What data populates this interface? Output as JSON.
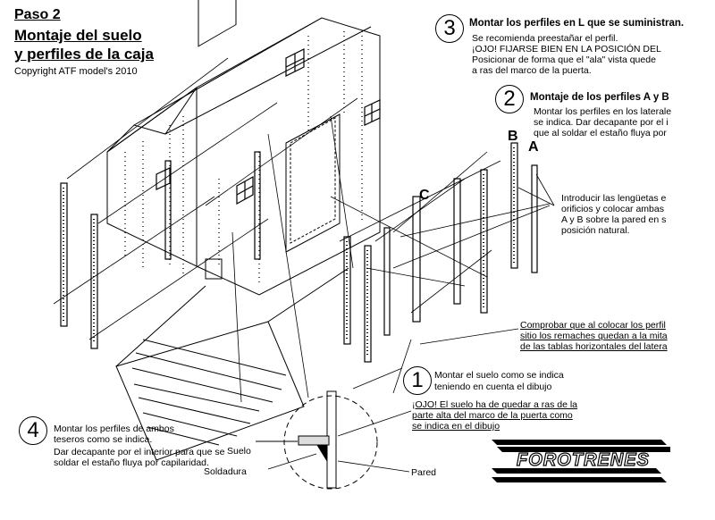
{
  "title": {
    "line1": "Paso 2",
    "line2": "Montaje del suelo",
    "line3": "y perfiles de la caja",
    "copyright": "Copyright ATF model's 2010"
  },
  "steps": [
    {
      "number": "3",
      "heading": "Montar los perfiles en L que se suministran.",
      "lines": [
        "Se recomienda preestañar el perfil.",
        "¡OJO! FIJARSE BIEN EN LA POSICIÓN DEL",
        "Posicionar de forma que el \"ala\" vista quede",
        "a ras del marco de la puerta."
      ]
    },
    {
      "number": "2",
      "heading": "Montaje de los perfiles A y B",
      "lines": [
        "Montar los perfiles en los laterale",
        "se indica. Dar decapante por el i",
        "que al soldar el estaño fluya por"
      ]
    },
    {
      "number": "1",
      "heading": "Montar el suelo como se indica",
      "lines": [
        "teniendo en cuenta el dibujo"
      ],
      "note": [
        "¡OJO!  El suelo ha de quedar a ras de la",
        "parte alta del marco de la puerta como",
        "se indica en el dibujo"
      ]
    },
    {
      "number": "4",
      "heading": "Montar los perfiles de ambos",
      "lines": [
        "teseros como se indica.",
        "Dar decapante por el interior para que se",
        "soldar el estaño fluya por capilaridad."
      ]
    }
  ],
  "annotations": {
    "insert": [
      "Introducir las lengüetas e",
      "orificios y colocar ambas",
      "A y B sobre la pared en s",
      "posición natural."
    ],
    "check": [
      "Comprobar que al colocar los perfil",
      "sitio los remaches quedan a la mita",
      "de las tablas horizontales del latera"
    ],
    "label_a": "A",
    "label_b": "B",
    "label_c": "C",
    "suelo": "Suelo",
    "soldadura": "Soldadura",
    "pared": "Pared"
  },
  "logo": {
    "text": "FOROTRENES"
  }
}
